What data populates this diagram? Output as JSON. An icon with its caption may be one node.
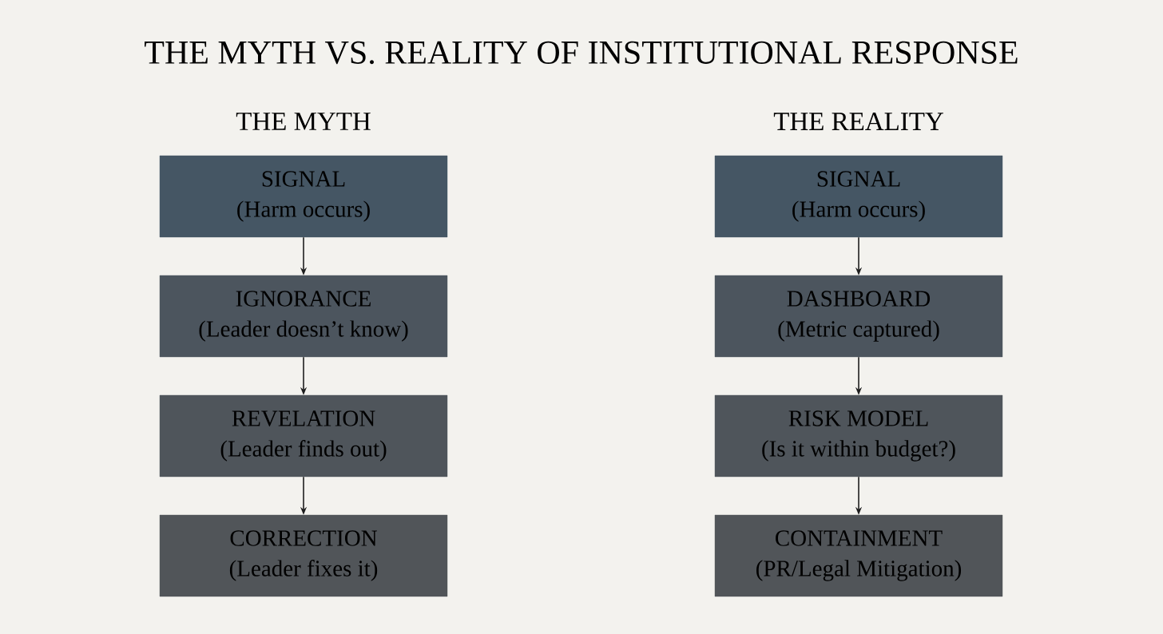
{
  "diagram": {
    "title": "THE MYTH VS. REALITY OF INSTITUTIONAL RESPONSE",
    "nodes": [
      {
        "text": [
          "SIGNAL",
          "(Harm occurs)"
        ]
      },
      {
        "text": [
          "IGNORANCE",
          "(Leader doesn’t know)"
        ]
      },
      {
        "text": [
          "REVELATION",
          "(Leader finds out)"
        ]
      },
      {
        "text": [
          "CORRECTION",
          "(Leader fixes it)"
        ]
      },
      {
        "text": [
          "SIGNAL",
          "(Harm occurs)"
        ]
      },
      {
        "text": [
          "DASHBOARD",
          "(Metric captured)"
        ]
      },
      {
        "text": [
          "RISK MODEL",
          "(Is it within budget?)"
        ]
      },
      {
        "text": [
          "CONTAINMENT",
          "(PR/Legal Mitigation)"
        ]
      }
    ],
    "edges": [
      {
        "from": 0,
        "to": 1,
        "arrow": "to"
      },
      {
        "from": 1,
        "to": 2,
        "arrow": "to"
      },
      {
        "from": 2,
        "to": 3,
        "arrow": "to"
      },
      {
        "from": 4,
        "to": 5,
        "arrow": "to"
      },
      {
        "from": 5,
        "to": 6,
        "arrow": "to"
      },
      {
        "from": 6,
        "to": 7,
        "arrow": "to"
      }
    ],
    "labels": [
      "THE MYTH",
      "THE REALITY"
    ]
  }
}
